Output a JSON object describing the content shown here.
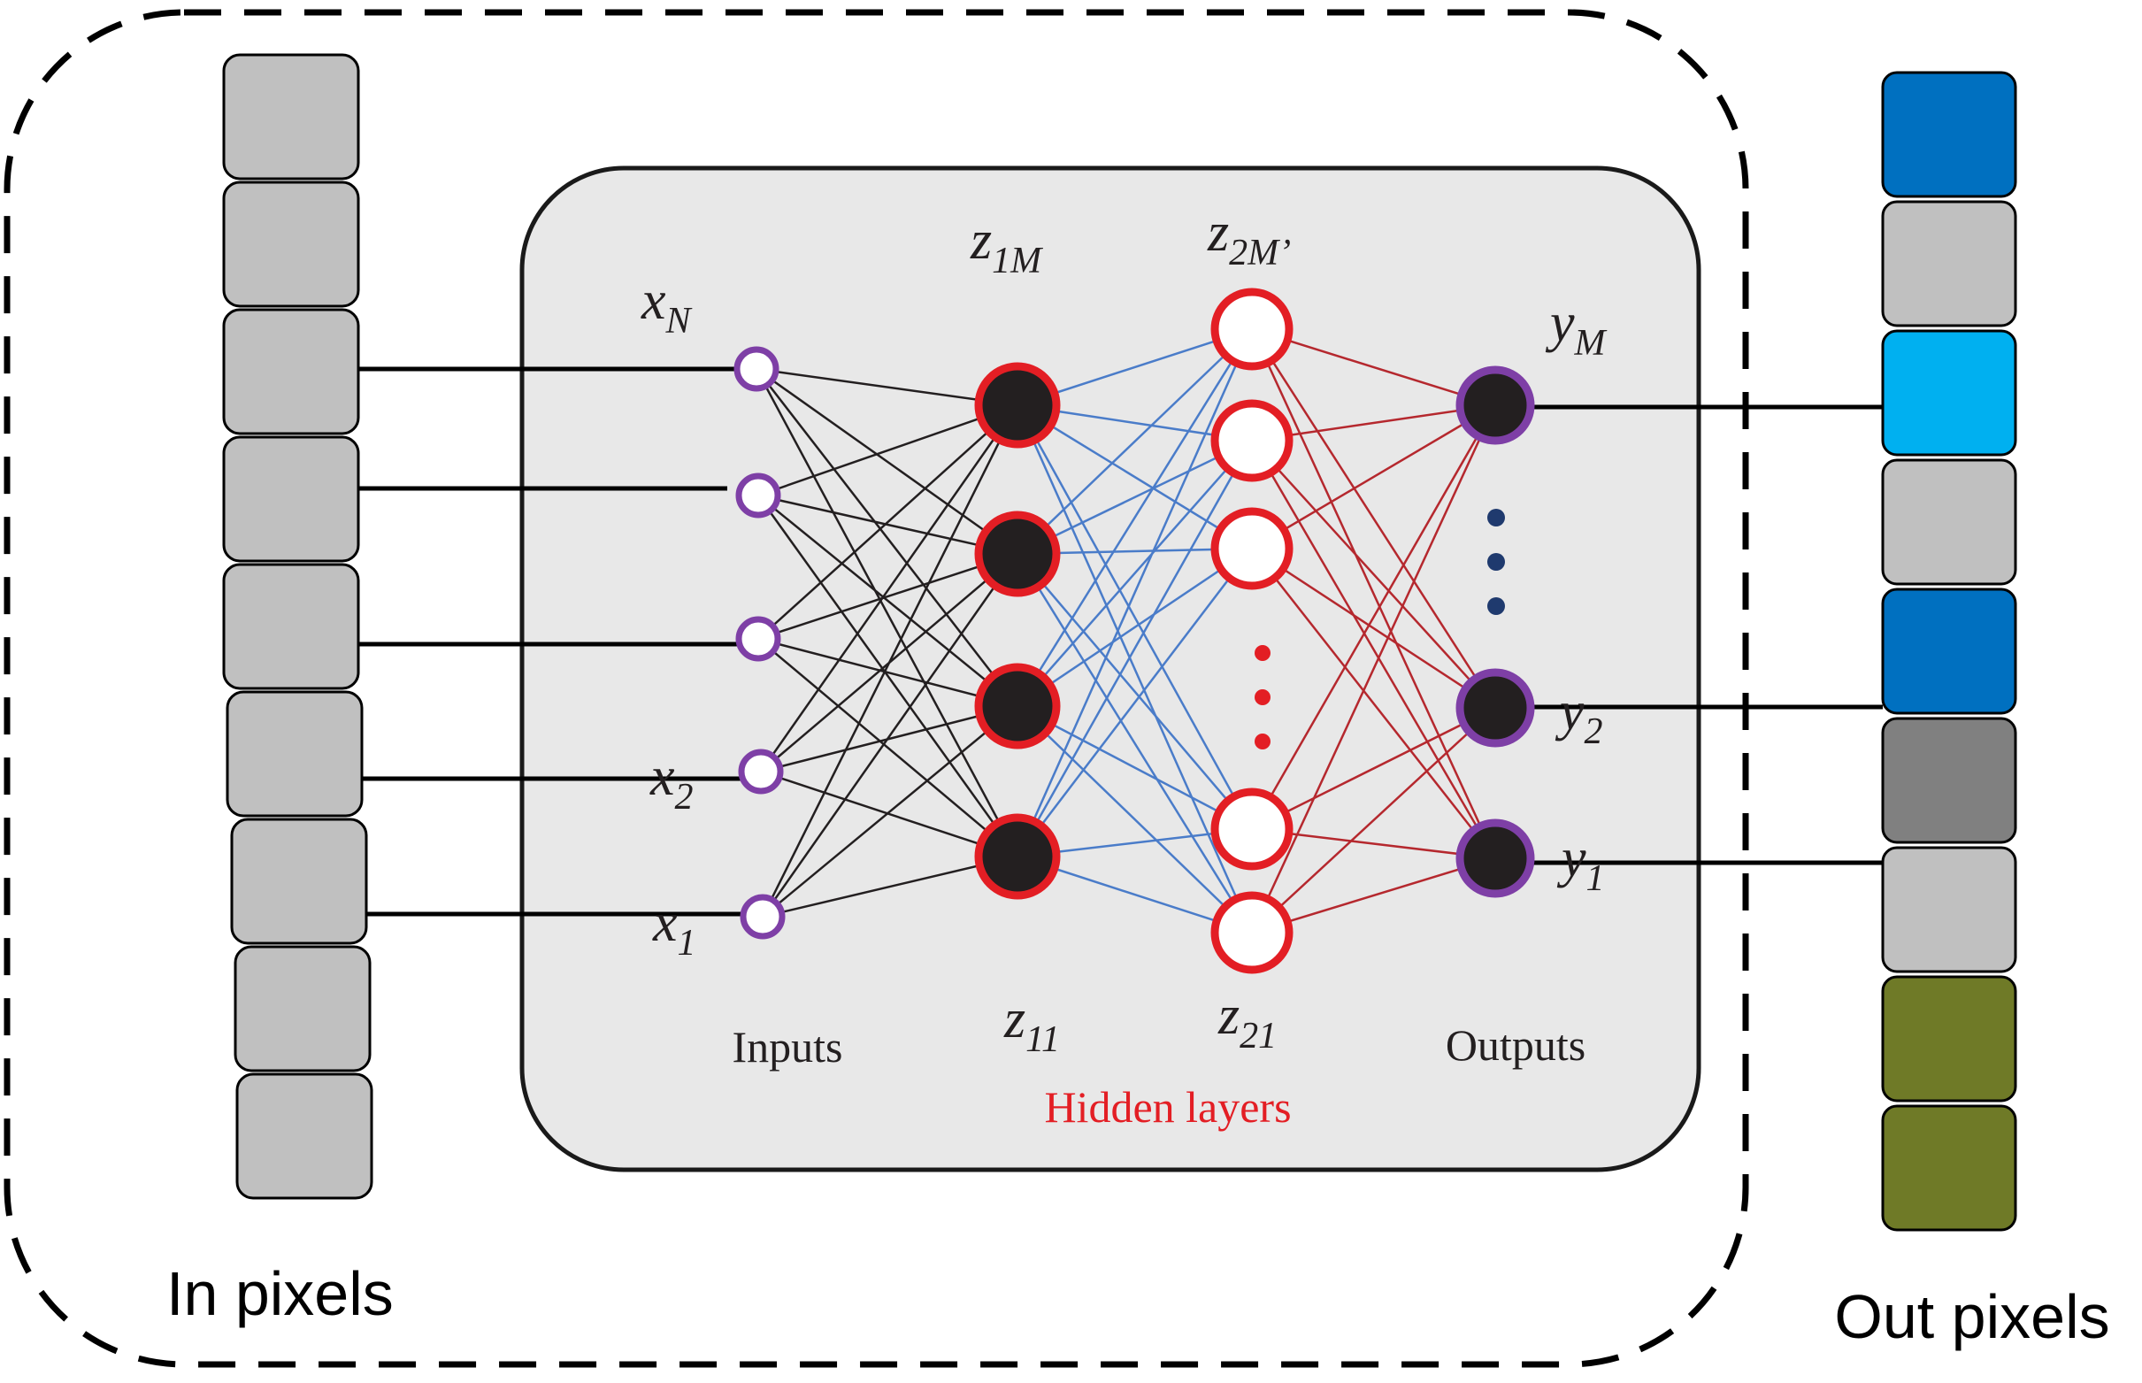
{
  "labels": {
    "in_pixels": "In pixels",
    "out_pixels": "Out pixels",
    "inputs": "Inputs",
    "outputs": "Outputs",
    "hidden_layers": "Hidden layers"
  },
  "node_labels": {
    "x_n": {
      "base": "x",
      "sub": "N"
    },
    "x_2": {
      "base": "x",
      "sub": "2"
    },
    "x_1": {
      "base": "x",
      "sub": "1"
    },
    "z_1m": {
      "base": "z",
      "sub": "1M"
    },
    "z_11": {
      "base": "z",
      "sub": "11"
    },
    "z_2m": {
      "base": "z",
      "sub": "2M’"
    },
    "z_21": {
      "base": "z",
      "sub": "21"
    },
    "y_m": {
      "base": "y",
      "sub": "M"
    },
    "y_2": {
      "base": "y",
      "sub": "2"
    },
    "y_1": {
      "base": "y",
      "sub": "1"
    }
  },
  "colors": {
    "in_pixel": "#c0c0c0",
    "input_node": "#7e3fa6",
    "hidden_node_ring": "#e31e24",
    "hidden_node_fill": "#231f20",
    "output_node_ring": "#7e3fa6",
    "edges_input_hidden1": "#231f20",
    "edges_hidden1_hidden2": "#4a7cc9",
    "edges_hidden2_output": "#b5282e",
    "hidden_label": "#e31e24",
    "ellipsis_hidden2": "#e31e24",
    "ellipsis_output": "#1f3a6e",
    "panel": "#e8e8e8"
  },
  "out_pixels": [
    {
      "color": "#0070c0"
    },
    {
      "color": "#c0c0c0"
    },
    {
      "color": "#00b0f0"
    },
    {
      "color": "#c0c0c0"
    },
    {
      "color": "#0070c0"
    },
    {
      "color": "#808080"
    },
    {
      "color": "#c0c0c0"
    },
    {
      "color": "#6f7a27"
    },
    {
      "color": "#6f7a27"
    }
  ]
}
